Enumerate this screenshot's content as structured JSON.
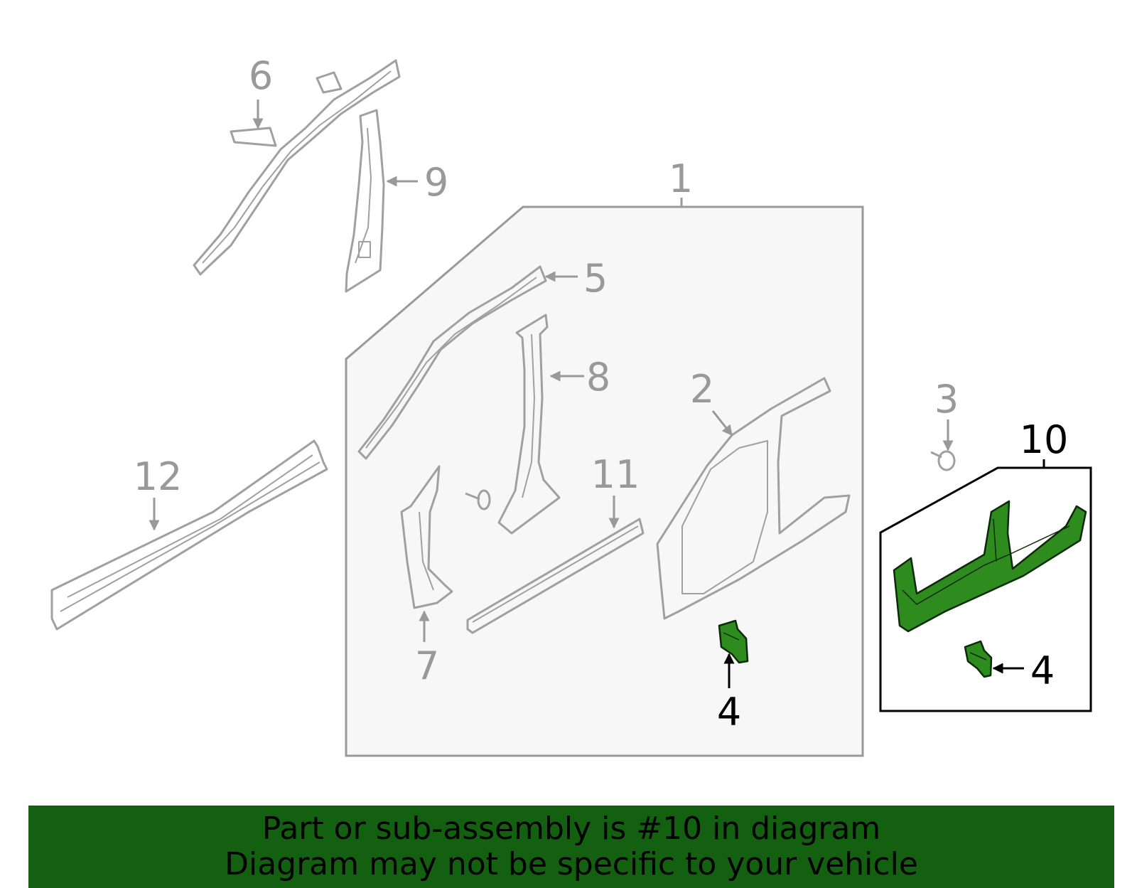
{
  "callouts": {
    "c1": "1",
    "c2": "2",
    "c3": "3",
    "c4a": "4",
    "c4b": "4",
    "c5": "5",
    "c6": "6",
    "c7": "7",
    "c8": "8",
    "c9": "9",
    "c10": "10",
    "c11": "11",
    "c12": "12"
  },
  "banner": {
    "line1": "Part or sub-assembly is #10 in diagram",
    "line2": "Diagram may not be specific to your vehicle"
  },
  "colors": {
    "highlight": "#2e8b1e",
    "banner": "#136010",
    "callout_gray": "#999999"
  }
}
